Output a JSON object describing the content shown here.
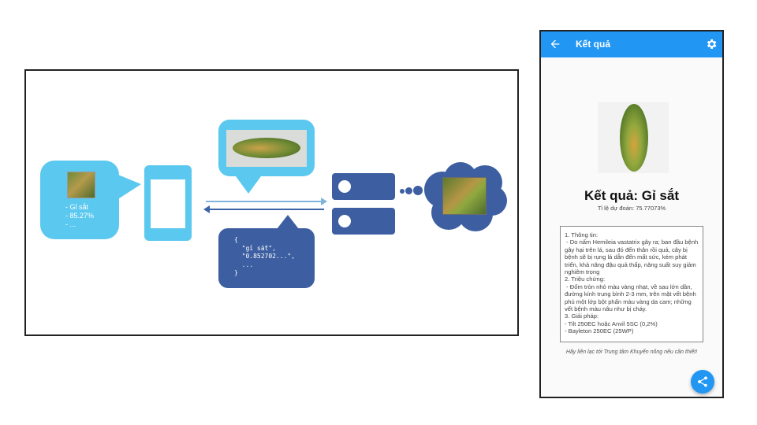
{
  "diagram": {
    "client_bubble_lines": "- Gỉ sắt\n- 85.27%\n- ...",
    "server_response_json": "{\n  \"gỉ sắt\",\n  \"0.852702...\",\n  ...\n}"
  },
  "app": {
    "title": "Kết quả",
    "result_title": "Kết quả: Gỉ sắt",
    "result_subtitle": "Tỉ lệ dự đoán: 75.77073%",
    "info_text": "1. Thông tin:\n - Do nấm Hemileia vastatrix gây ra; ban đầu bệnh gây hại trên lá, sau đó đến thân rồi quả, cây bị bệnh sẽ bị rụng lá dẫn đến mất sức, kém phát triển, khả năng đậu quả thấp, năng suất suy giảm nghiêm trọng\n2. Triệu chứng:\n - Đốm tròn nhỏ màu vàng nhạt, về sau lớn dần, đường kính trung bình 2-3 mm, trên mặt vết bệnh phủ một lớp bột phấn màu vàng da cam; những vết bệnh màu nâu như bị cháy.\n3. Giải pháp:\n- Tilt 250EC hoặc Anvil 5SC (0,2%)\n- Bayleton 250EC (25WP)",
    "footer_note": "Hãy liên lạc tới Trung tâm Khuyến nông nếu cần thiết!",
    "icons": [
      "arrow-back-icon",
      "gear-icon",
      "share-icon"
    ],
    "accent_color": "#2196f3"
  }
}
